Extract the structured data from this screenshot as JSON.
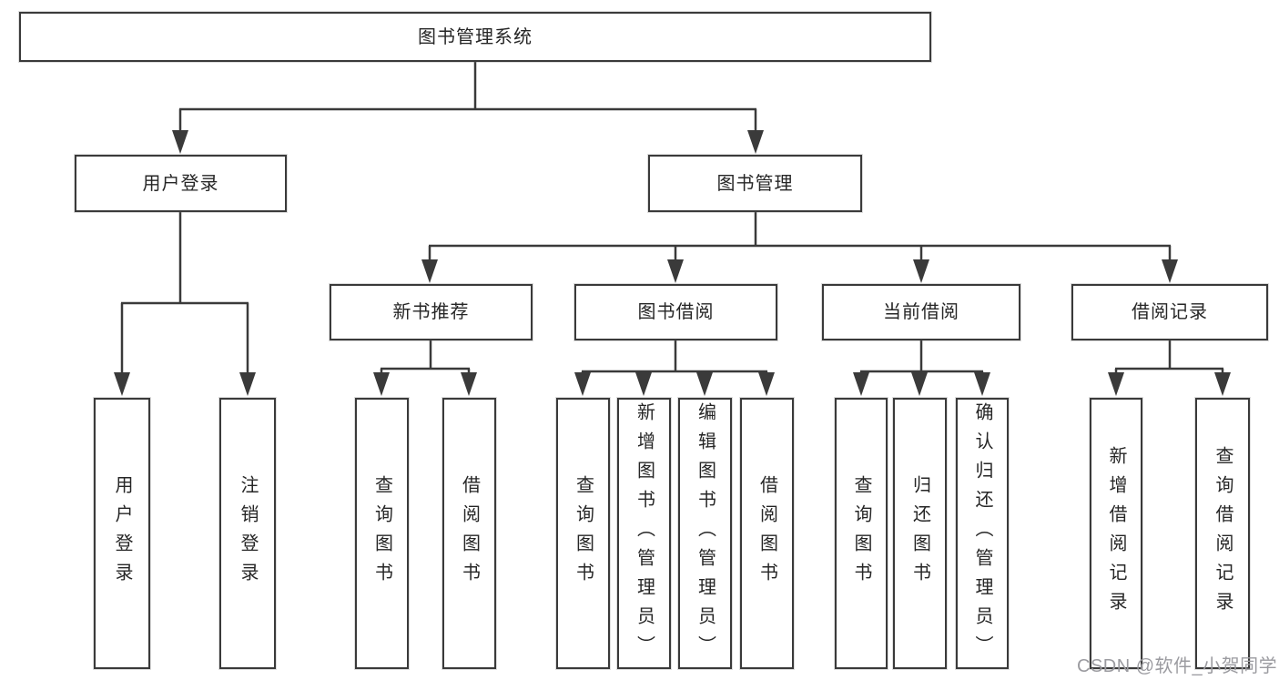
{
  "tree": {
    "label": "图书管理系统",
    "children": [
      {
        "label": "用户登录",
        "children": [
          {
            "label": "用户登录"
          },
          {
            "label": "注销登录"
          }
        ]
      },
      {
        "label": "图书管理",
        "children": [
          {
            "label": "新书推荐",
            "children": [
              {
                "label": "查询图书"
              },
              {
                "label": "借阅图书"
              }
            ]
          },
          {
            "label": "图书借阅",
            "children": [
              {
                "label": "查询图书"
              },
              {
                "label": "新增图书（管理员）"
              },
              {
                "label": "编辑图书（管理员）"
              },
              {
                "label": "借阅图书"
              }
            ]
          },
          {
            "label": "当前借阅",
            "children": [
              {
                "label": "查询图书"
              },
              {
                "label": "归还图书"
              },
              {
                "label": "确认归还（管理员）"
              }
            ]
          },
          {
            "label": "借阅记录",
            "children": [
              {
                "label": "新增借阅记录"
              },
              {
                "label": "查询借阅记录"
              }
            ]
          }
        ]
      }
    ]
  },
  "watermark": {
    "text": "CSDN @软件_小贺同学"
  },
  "colors": {
    "line": "#3a3a3a",
    "box_border": "#3a3a3a",
    "text": "#262626",
    "watermark": "#9b9ba0",
    "background": "#ffffff"
  }
}
